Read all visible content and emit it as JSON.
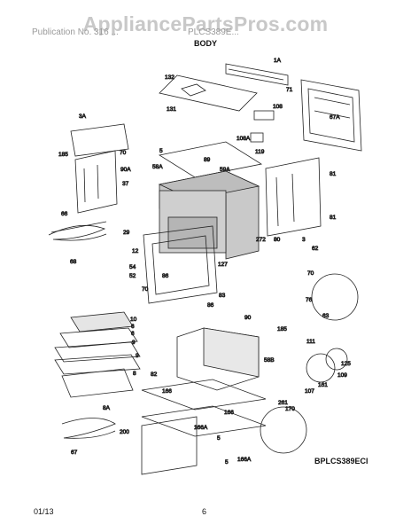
{
  "watermark": "AppliancePartsPros.com",
  "header": {
    "model": "Publication No. 316 ...",
    "pub_number": "PLCS389E...",
    "section_title": "BODY"
  },
  "callouts": [
    "1A",
    "132",
    "71",
    "131",
    "108",
    "67A",
    "3A",
    "70",
    "108A",
    "185",
    "5",
    "89",
    "119",
    "81",
    "58A",
    "90A",
    "59A",
    "37",
    "66",
    "29",
    "3",
    "272",
    "80",
    "62",
    "12",
    "127",
    "81",
    "68",
    "54",
    "52",
    "86",
    "70",
    "83",
    "86",
    "90",
    "76",
    "63",
    "6",
    "70",
    "10",
    "6",
    "9",
    "185",
    "111",
    "125",
    "9",
    "58B",
    "109",
    "82",
    "161",
    "8",
    "107",
    "166",
    "170",
    "261",
    "166A",
    "8A",
    "200",
    "166",
    "67",
    "5",
    "166A",
    "5"
  ],
  "diagram_code": "BPLCS389ECI",
  "footer": {
    "date": "01/13",
    "page": "6"
  }
}
